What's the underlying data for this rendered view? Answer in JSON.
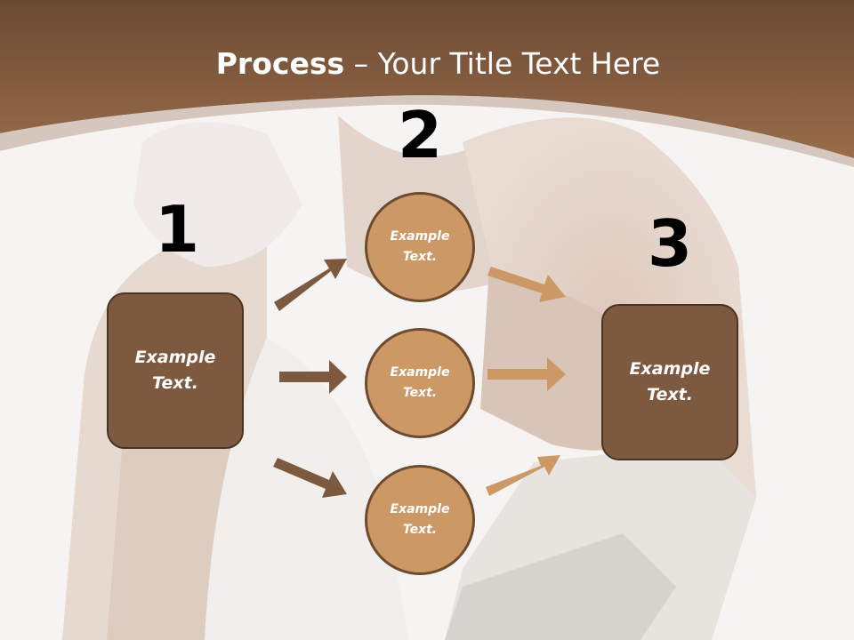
{
  "title": {
    "bold": "Process",
    "rest": " – Your Title Text Here"
  },
  "steps": [
    {
      "number": "1"
    },
    {
      "number": "2"
    },
    {
      "number": "3"
    }
  ],
  "boxes": {
    "left": {
      "line1": "Example",
      "line2": "Text."
    },
    "right": {
      "line1": "Example",
      "line2": "Text."
    }
  },
  "circles": [
    {
      "line1": "Example",
      "line2": "Text."
    },
    {
      "line1": "Example",
      "line2": "Text."
    },
    {
      "line1": "Example",
      "line2": "Text."
    }
  ],
  "colors": {
    "header_brown": "#8a5f3f",
    "box_fill": "#7d5a3f",
    "circle_fill": "#cc9966",
    "arrow_dark": "#7d5a3f",
    "arrow_light": "#cc9966"
  }
}
